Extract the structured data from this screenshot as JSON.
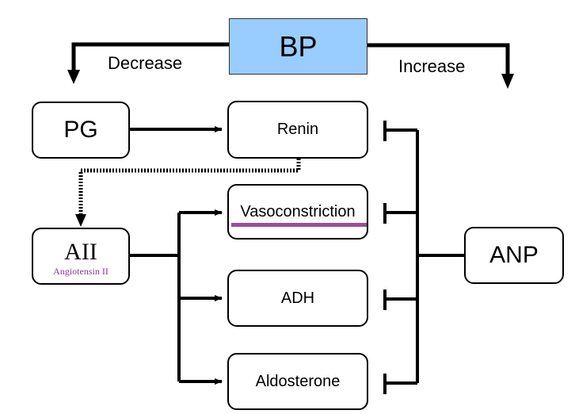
{
  "diagram": {
    "top_node": "BP",
    "branches": {
      "left": "Decrease",
      "right": "Increase"
    },
    "nodes": {
      "pg": "PG",
      "renin": "Renin",
      "angiotensin_abbr": "AII",
      "angiotensin_full": "Angiotensin II",
      "vasoconstriction": "Vasoconstriction",
      "adh": "ADH",
      "aldosterone": "Aldosterone",
      "anp": "ANP"
    },
    "colors": {
      "bp_fill": "#99ccff",
      "angiotensin_text": "#8b3a9a",
      "underline": "#9a4d9c"
    },
    "edges": [
      {
        "from": "BP",
        "to": "PG side",
        "label": "Decrease",
        "type": "arrow"
      },
      {
        "from": "BP",
        "to": "ANP side",
        "label": "Increase",
        "type": "arrow"
      },
      {
        "from": "PG",
        "to": "Renin",
        "type": "arrow"
      },
      {
        "from": "Renin",
        "to": "AII",
        "type": "dotted arrow"
      },
      {
        "from": "AII",
        "to": "Vasoconstriction",
        "type": "arrow"
      },
      {
        "from": "AII",
        "to": "ADH",
        "type": "arrow"
      },
      {
        "from": "AII",
        "to": "Aldosterone",
        "type": "arrow"
      },
      {
        "from": "ANP",
        "to": "Renin",
        "type": "inhibition"
      },
      {
        "from": "ANP",
        "to": "Vasoconstriction",
        "type": "inhibition"
      },
      {
        "from": "ANP",
        "to": "ADH",
        "type": "inhibition"
      },
      {
        "from": "ANP",
        "to": "Aldosterone",
        "type": "inhibition"
      }
    ]
  }
}
